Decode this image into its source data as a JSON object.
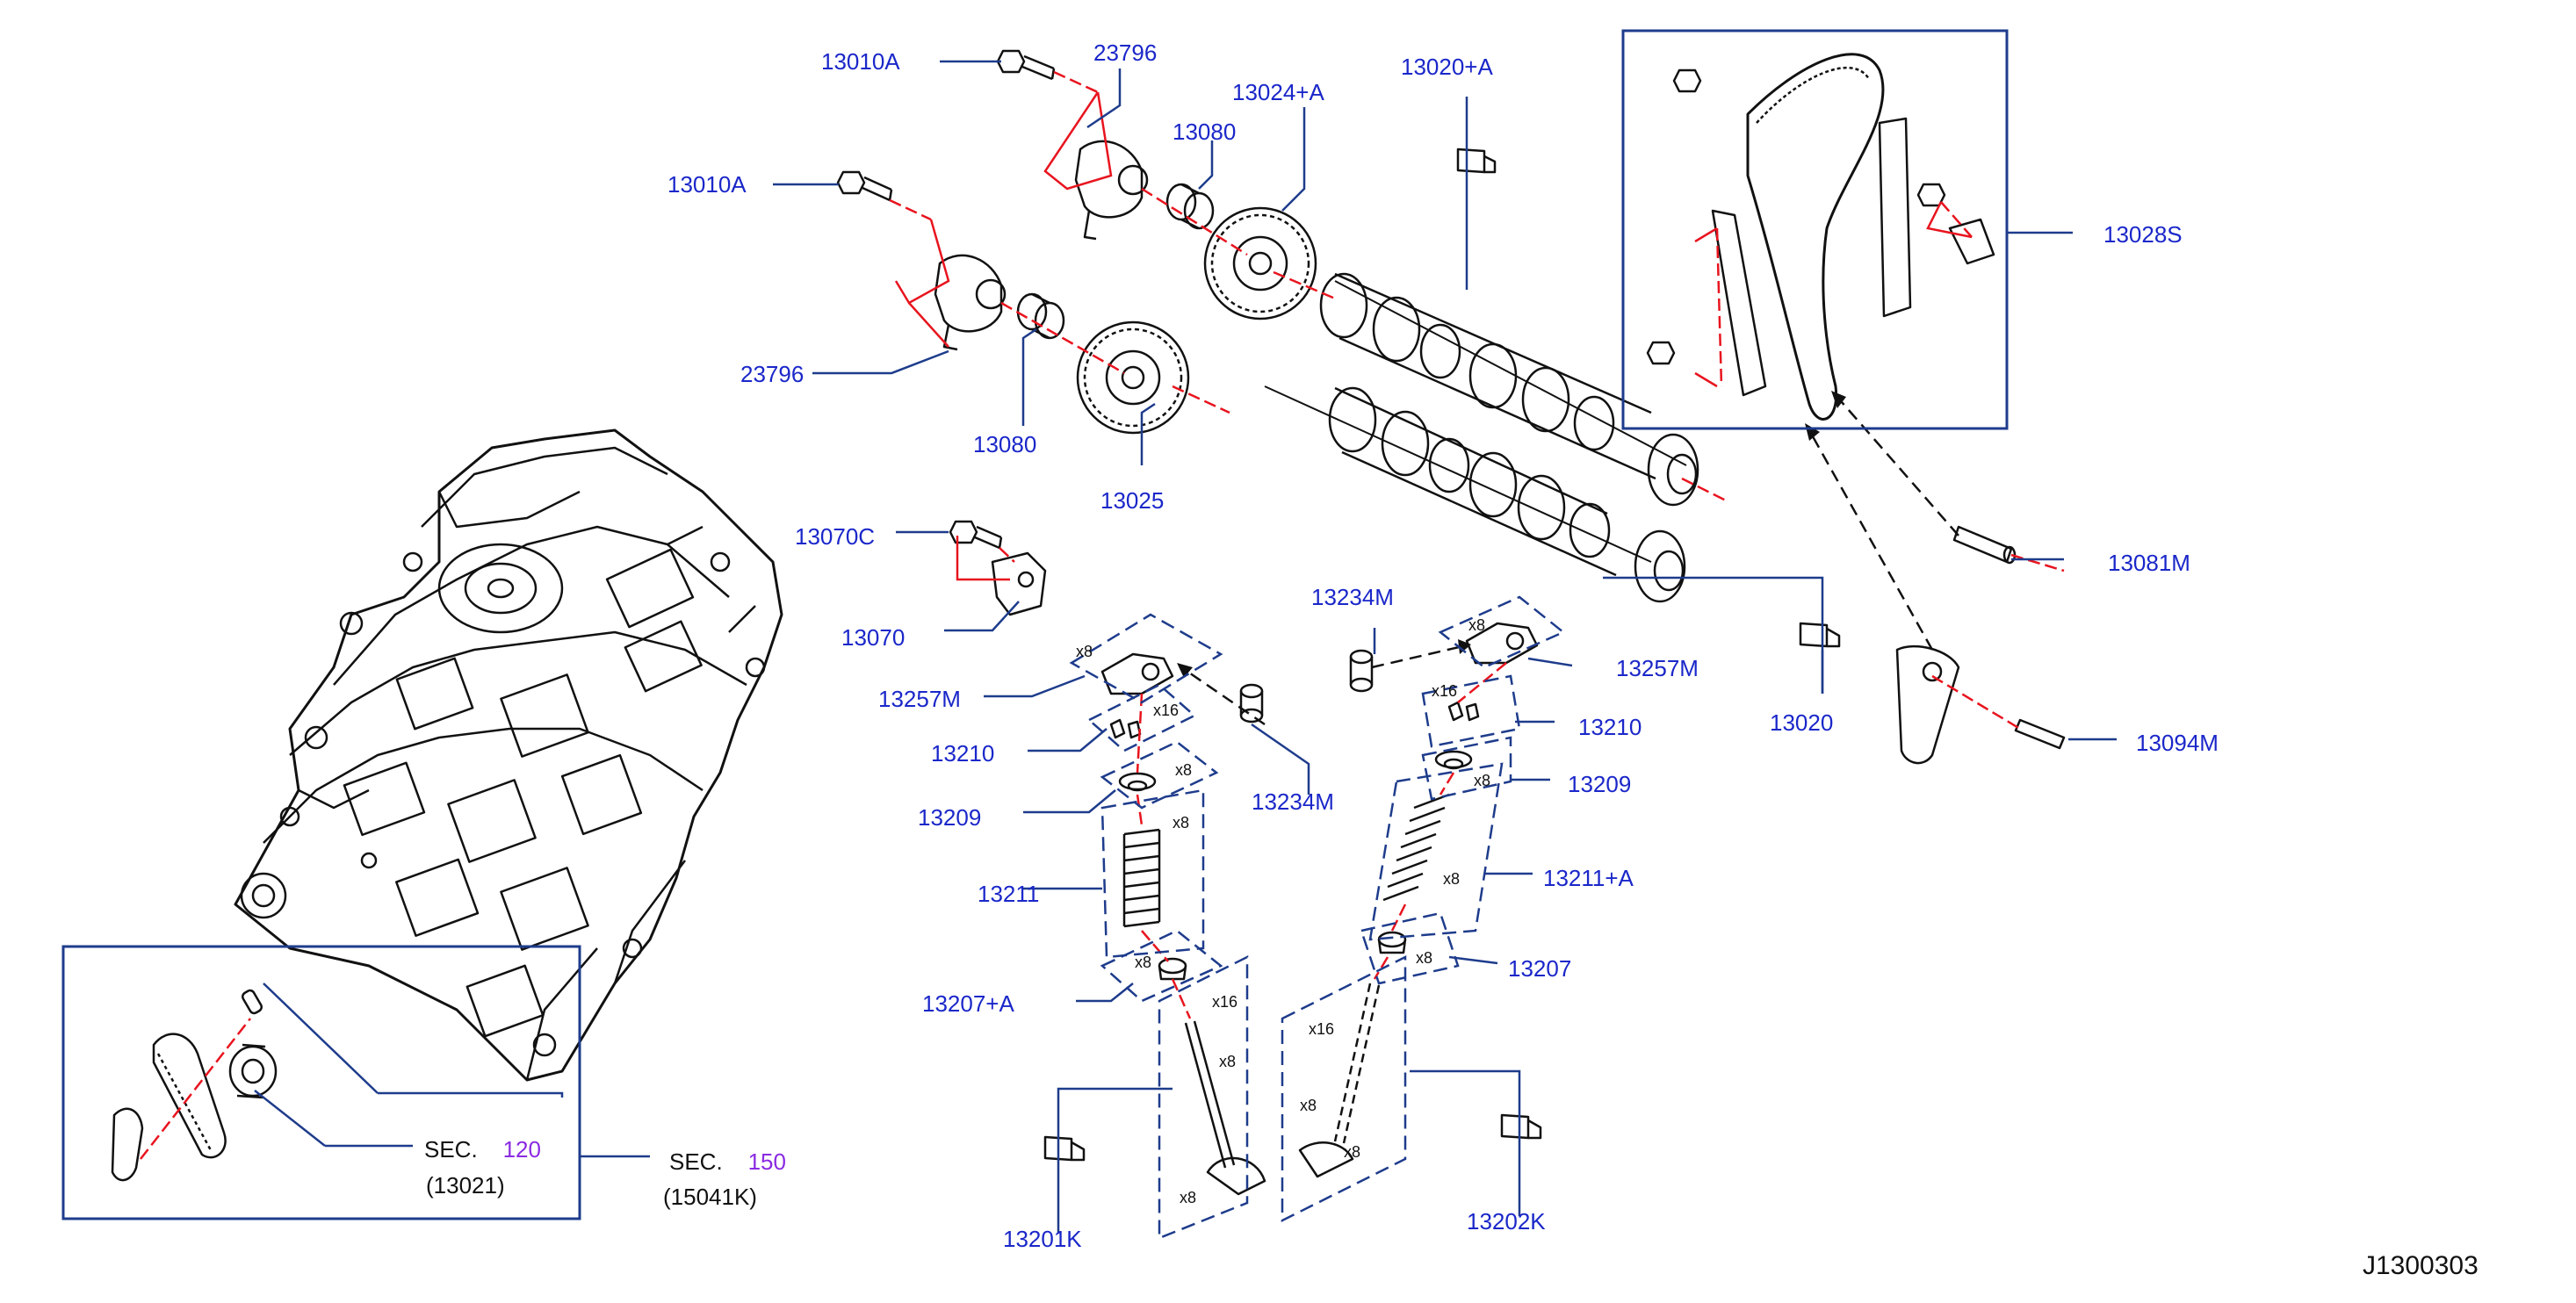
{
  "colors": {
    "label": "#1a27c9",
    "leader": "#1e3c8c",
    "centerline": "#e8141e",
    "part": "#111111",
    "sec_number": "#8a2be2"
  },
  "labels": {
    "p13010a_top": "13010A",
    "p23796_top": "23796",
    "p13080_top": "13080",
    "p13024a": "13024+A",
    "p13020a": "13020+A",
    "p13010a_left": "13010A",
    "p23796_left": "23796",
    "p13080_left": "13080",
    "p13025": "13025",
    "p13028s": "13028S",
    "p13081m": "13081M",
    "p13070c": "13070C",
    "p13070": "13070",
    "p13257m_left": "13257M",
    "p13210_left": "13210",
    "p13209_left": "13209",
    "p13211": "13211",
    "p13207a": "13207+A",
    "p13234m_center": "13234M",
    "p13234m_top": "13234M",
    "p13257m_right": "13257M",
    "p13210_right": "13210",
    "p13209_right": "13209",
    "p13211a": "13211+A",
    "p13207": "13207",
    "p13020": "13020",
    "p13094m": "13094M",
    "p13201k": "13201K",
    "p13202k": "13202K"
  },
  "sec_refs": {
    "sec120": {
      "prefix": "SEC.",
      "number": "120",
      "part": "(13021)"
    },
    "sec150": {
      "prefix": "SEC.",
      "number": "150",
      "part": "(15041K)"
    }
  },
  "quantities": {
    "q1": "x8",
    "q2": "x16",
    "q3": "x8",
    "q4": "x8",
    "q5": "x8",
    "q6": "x16",
    "q7": "x8",
    "q8": "x8",
    "q9": "x8",
    "q10": "x16",
    "q11": "x8",
    "q12": "x8",
    "q13": "x8",
    "q14": "x16",
    "q15": "x8",
    "q16": "x8"
  },
  "diagram_ref": "J1300303"
}
